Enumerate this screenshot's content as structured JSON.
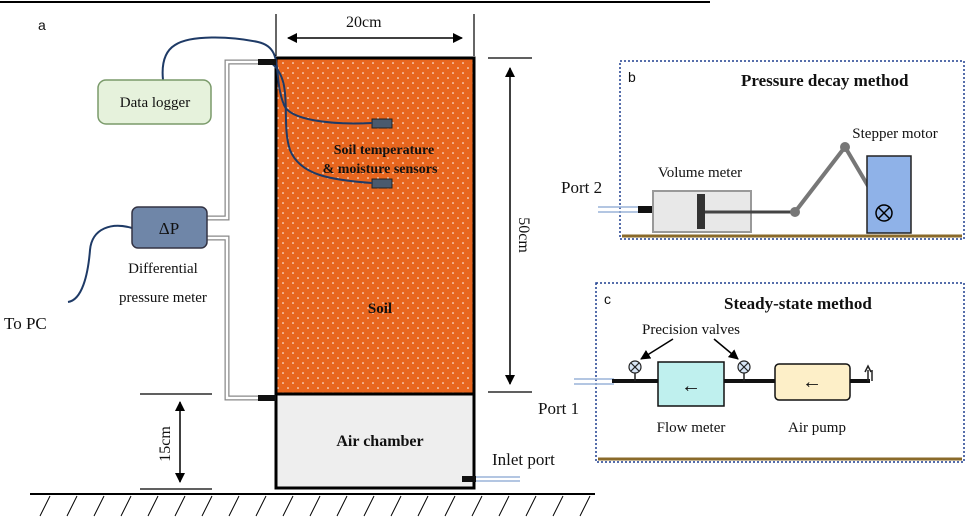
{
  "panels": {
    "a": {
      "letter": "a",
      "dim_width": "20cm",
      "dim_height": "50cm",
      "dim_chamber": "15cm",
      "data_logger": "Data logger",
      "dp_symbol": "ΔP",
      "dp_label_line1": "Differential",
      "dp_label_line2": "pressure meter",
      "to_pc": "To PC",
      "sensors_line1": "Soil temperature",
      "sensors_line2": "& moisture sensors",
      "soil": "Soil",
      "air_chamber": "Air chamber",
      "inlet_port": "Inlet port",
      "port1": "Port 1",
      "port2": "Port 2"
    },
    "b": {
      "letter": "b",
      "title": "Pressure decay method",
      "volume_meter": "Volume meter",
      "stepper_motor": "Stepper motor"
    },
    "c": {
      "letter": "c",
      "title": "Steady-state method",
      "precision_valves": "Precision valves",
      "flow_meter": "Flow meter",
      "air_pump": "Air pump",
      "flow_arrow": "←",
      "pump_arrow": "←"
    }
  },
  "colors": {
    "soil": "#e8661e",
    "air_chamber": "#eeeeee",
    "data_logger_fill": "#e6f2dc",
    "data_logger_stroke": "#7a9a6a",
    "dp_fill": "#6f86a8",
    "flow_meter_fill": "#bff0ee",
    "air_pump_fill": "#fdefc8",
    "motor_fill": "#8fb2e8",
    "cable": "#1e3a66",
    "ground": "#8a6a2a",
    "panel_border": "#1f3f8f"
  }
}
